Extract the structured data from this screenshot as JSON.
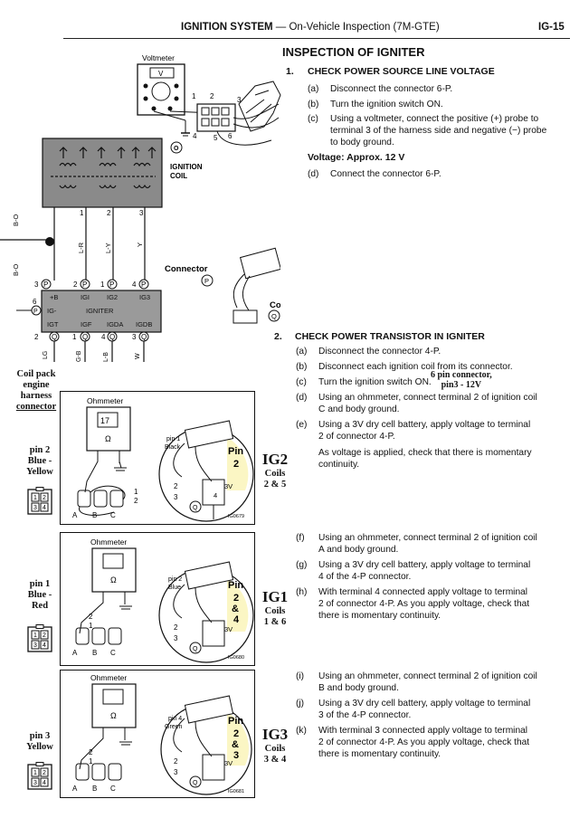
{
  "header": {
    "title": "IGNITION SYSTEM",
    "subtitle": " — On-Vehicle Inspection (7M-GTE)",
    "page": "IG-15"
  },
  "section_title": "INSPECTION OF IGNITER",
  "step1": {
    "num": "1.",
    "title": "CHECK POWER SOURCE LINE VOLTAGE",
    "items": [
      {
        "label": "(a)",
        "text": "Disconnect the connector 6-P."
      },
      {
        "label": "(b)",
        "text": "Turn the ignition switch ON."
      },
      {
        "label": "(c)",
        "text": [
          "Using a voltmeter, connect the positive (+) probe to",
          "terminal 3 of the harness side and negative (−) probe",
          "to body ground."
        ]
      }
    ],
    "voltage": "Voltage:  Approx. 12 V",
    "item_d": {
      "label": "(d)",
      "text": "Connect the connector 6-P."
    }
  },
  "step2": {
    "num": "2.",
    "title": "CHECK POWER TRANSISTOR IN IGNITER",
    "items": [
      {
        "label": "(a)",
        "text": "Disconnect the connector 4-P."
      },
      {
        "label": "(b)",
        "text": "Disconnect each ignition coil from its connector."
      },
      {
        "label": "(c)",
        "text": "Turn the ignition switch ON."
      },
      {
        "label": "(d)",
        "text": [
          "Using an ohmmeter, connect terminal 2 of ignition coil",
          "C and body ground."
        ]
      },
      {
        "label": "(e)",
        "text": [
          "Using a 3V dry cell battery, apply voltage to terminal",
          "2 of connector 4-P."
        ]
      },
      {
        "label": "",
        "text": [
          "As voltage is applied, check that there is momentary",
          "continuity."
        ]
      },
      {
        "label": "(f)",
        "text": [
          "Using an ohmmeter, connect terminal 2 of ignition coil",
          "A and body ground."
        ]
      },
      {
        "label": "(g)",
        "text": [
          "Using a 3V dry cell battery, apply voltage to terminal",
          "4 of the 4-P connector."
        ]
      },
      {
        "label": "(h)",
        "text": [
          "With terminal 4 connected apply voltage to terminal",
          "2 of connector 4-P. As you apply voltage, check that",
          "there is momentary continuity."
        ]
      },
      {
        "label": "(i)",
        "text": [
          "Using an ohmmeter, connect terminal 2 of ignition coil",
          "B and body ground."
        ]
      },
      {
        "label": "(j)",
        "text": [
          "Using a 3V dry cell battery, apply voltage to terminal",
          "3 of the 4-P connector."
        ]
      },
      {
        "label": "(k)",
        "text": [
          "With terminal 3 connected apply voltage to terminal",
          "2 of connector 4-P. As you apply voltage, check that",
          "there is momentary continuity."
        ]
      }
    ]
  },
  "annotations": {
    "pin6": [
      "6 pin connector,",
      "pin3 - 12V"
    ],
    "coilpack": [
      "Coil pack",
      "engine",
      "harness",
      "connector"
    ],
    "pin2_left": [
      "pin 2",
      "Blue -",
      "Yellow"
    ],
    "pin1_left": [
      "pin 1",
      "Blue -",
      "Red"
    ],
    "pin3_left": [
      "pin 3",
      "Yellow"
    ],
    "ig2": [
      "IG2",
      "Coils",
      "2 & 5"
    ],
    "ig1": [
      "IG1",
      "Coils",
      "1 & 6"
    ],
    "ig3": [
      "IG3",
      "Coils",
      "3 & 4"
    ],
    "connector_p": "Connector",
    "connector_q": "Connector"
  },
  "diagram": {
    "voltmeter": "Voltmeter",
    "v": "V",
    "ignition_coil": [
      "IGNITION",
      "COIL"
    ],
    "top_wires": [
      "1",
      "2",
      "3"
    ],
    "wire_labels": [
      "B-O",
      "L-R",
      "L-Y",
      "Y"
    ],
    "igniter_top": [
      "+B",
      "IGI",
      "IG2",
      "IG3"
    ],
    "igniter_mid": [
      "IG-",
      "IGNITER"
    ],
    "igniter_bot": [
      "IGT",
      "IGF",
      "IGDA",
      "IGDB"
    ],
    "bottom_wires": [
      "LG",
      "G-B",
      "L-B",
      "W"
    ],
    "ohmmeter": "Ohmmeter",
    "coils": [
      "A",
      "B",
      "C"
    ],
    "figure_ids": [
      "IG0679",
      "IG0680",
      "IG0681"
    ],
    "pin_tags": [
      "Pin 2",
      "Pin 2 & 4",
      "Pin 2 & 3"
    ],
    "small_pins": [
      "pin 1 Black",
      "pin 2 Blue",
      "pin 4 Green"
    ],
    "battery": "3V"
  }
}
